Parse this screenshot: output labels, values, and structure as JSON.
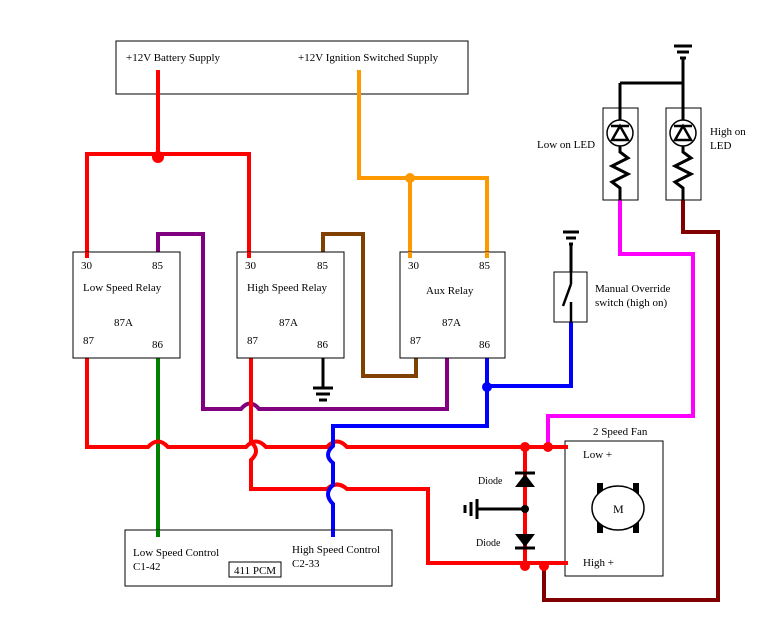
{
  "supply": {
    "battery_label": "+12V Battery Supply",
    "ignition_label": "+12V Ignition Switched Supply"
  },
  "relays": {
    "low_speed": {
      "title": "Low Speed Relay",
      "pin30": "30",
      "pin85": "85",
      "pin87a": "87A",
      "pin87": "87",
      "pin86": "86"
    },
    "high_speed": {
      "title": "High Speed Relay",
      "pin30": "30",
      "pin85": "85",
      "pin87a": "87A",
      "pin87": "87",
      "pin86": "86"
    },
    "aux": {
      "title": "Aux Relay",
      "pin30": "30",
      "pin85": "85",
      "pin87a": "87A",
      "pin87": "87",
      "pin86": "86"
    }
  },
  "leds": {
    "low_label_1": "Low on LED",
    "high_label_1": "High on",
    "high_label_2": "LED"
  },
  "switch": {
    "label_1": "Manual Override",
    "label_2": "switch (high on)"
  },
  "fan": {
    "title": "2 Speed Fan",
    "low_terminal": "Low +",
    "high_terminal": "High +",
    "motor_symbol": "M"
  },
  "diodes": {
    "upper_label": "Diode",
    "lower_label": "Diode"
  },
  "pcm": {
    "low_control_1": "Low Speed Control",
    "low_control_2": "C1-42",
    "module_label": "411 PCM",
    "high_control_1": "High Speed Control",
    "high_control_2": "C2-33"
  },
  "wire_colors": {
    "battery": "#ff0000",
    "ignition": "#ff9900",
    "low_control": "#008000",
    "high_control": "#0000ff",
    "purple": "#800080",
    "brown": "#804000",
    "magenta": "#ff00ff",
    "dark_red": "#800000"
  }
}
